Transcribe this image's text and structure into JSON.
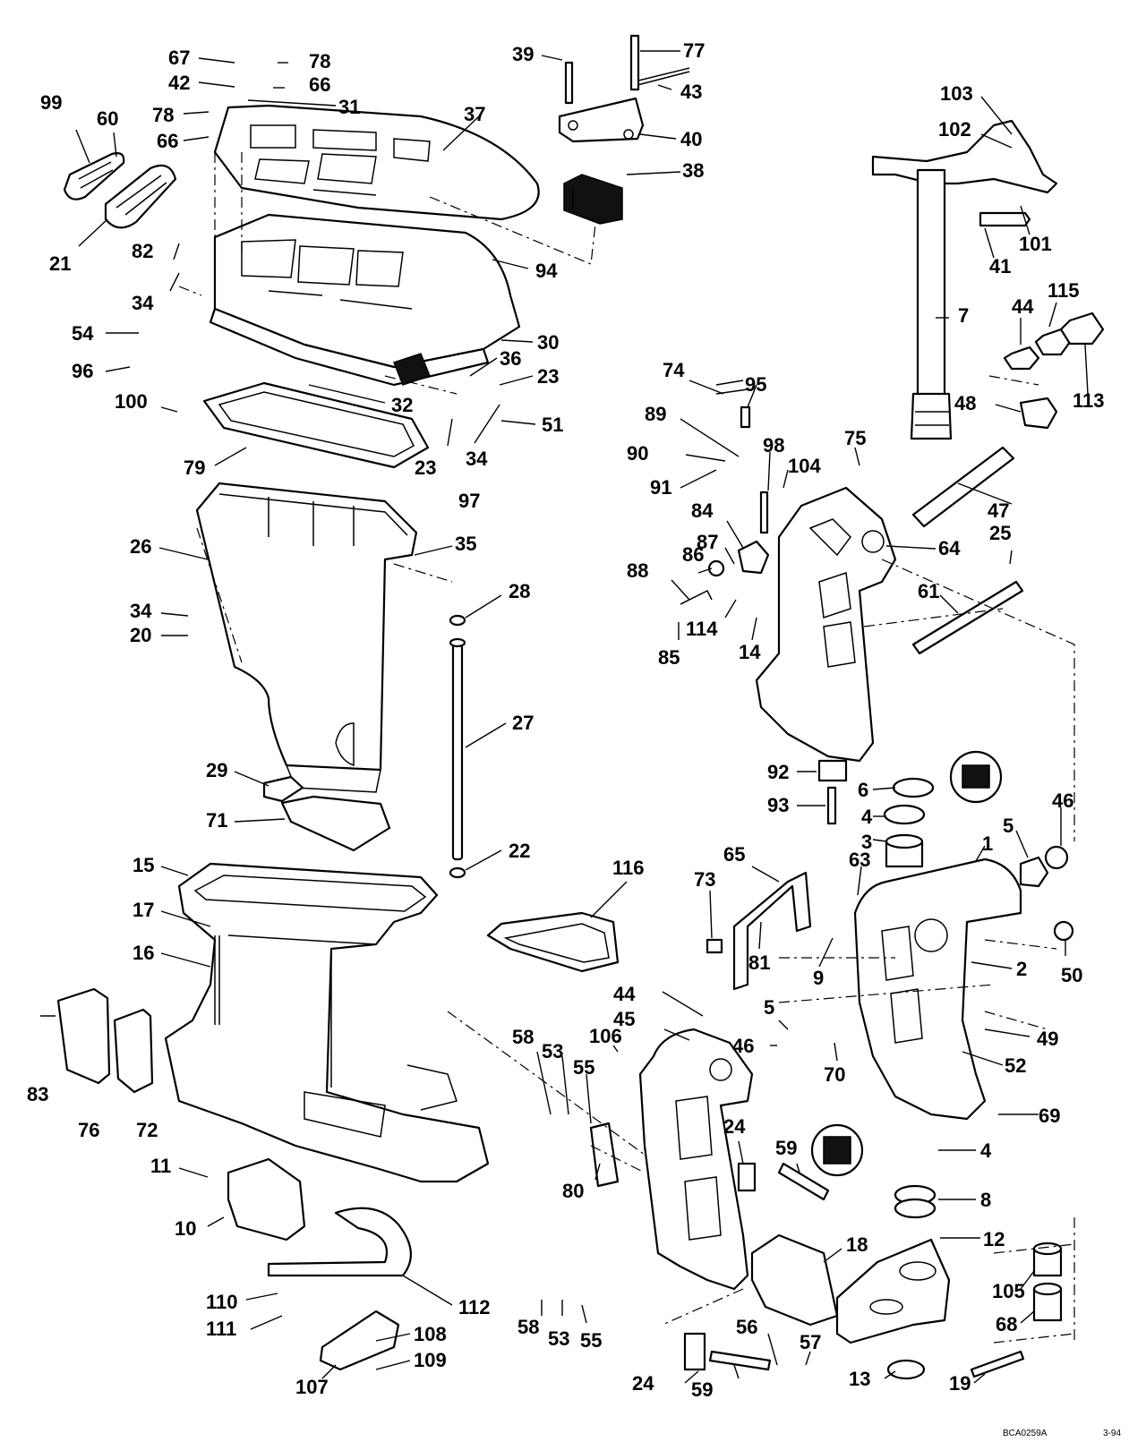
{
  "labels": [
    {
      "id": "67",
      "text": "67"
    },
    {
      "id": "78a",
      "text": "78"
    },
    {
      "id": "42",
      "text": "42"
    },
    {
      "id": "66a",
      "text": "66"
    },
    {
      "id": "99",
      "text": "99"
    },
    {
      "id": "60",
      "text": "60"
    },
    {
      "id": "78b",
      "text": "78"
    },
    {
      "id": "31",
      "text": "31"
    },
    {
      "id": "37",
      "text": "37"
    },
    {
      "id": "66b",
      "text": "66"
    },
    {
      "id": "21",
      "text": "21"
    },
    {
      "id": "82",
      "text": "82"
    },
    {
      "id": "34a",
      "text": "34"
    },
    {
      "id": "94",
      "text": "94"
    },
    {
      "id": "54",
      "text": "54"
    },
    {
      "id": "30",
      "text": "30"
    },
    {
      "id": "96",
      "text": "96"
    },
    {
      "id": "36",
      "text": "36"
    },
    {
      "id": "23a",
      "text": "23"
    },
    {
      "id": "100",
      "text": "100"
    },
    {
      "id": "32",
      "text": "32"
    },
    {
      "id": "51",
      "text": "51"
    },
    {
      "id": "34b",
      "text": "34"
    },
    {
      "id": "23b",
      "text": "23"
    },
    {
      "id": "79",
      "text": "79"
    },
    {
      "id": "97",
      "text": "97"
    },
    {
      "id": "35",
      "text": "35"
    },
    {
      "id": "26",
      "text": "26"
    },
    {
      "id": "28",
      "text": "28"
    },
    {
      "id": "34c",
      "text": "34"
    },
    {
      "id": "20",
      "text": "20"
    },
    {
      "id": "27",
      "text": "27"
    },
    {
      "id": "29",
      "text": "29"
    },
    {
      "id": "71",
      "text": "71"
    },
    {
      "id": "22",
      "text": "22"
    },
    {
      "id": "15",
      "text": "15"
    },
    {
      "id": "17",
      "text": "17"
    },
    {
      "id": "16",
      "text": "16"
    },
    {
      "id": "83",
      "text": "83"
    },
    {
      "id": "76",
      "text": "76"
    },
    {
      "id": "72",
      "text": "72"
    },
    {
      "id": "11",
      "text": "11"
    },
    {
      "id": "10",
      "text": "10"
    },
    {
      "id": "110",
      "text": "110"
    },
    {
      "id": "111",
      "text": "111"
    },
    {
      "id": "112",
      "text": "112"
    },
    {
      "id": "108",
      "text": "108"
    },
    {
      "id": "109",
      "text": "109"
    },
    {
      "id": "107",
      "text": "107"
    },
    {
      "id": "39",
      "text": "39"
    },
    {
      "id": "77",
      "text": "77"
    },
    {
      "id": "43",
      "text": "43"
    },
    {
      "id": "40",
      "text": "40"
    },
    {
      "id": "38",
      "text": "38"
    },
    {
      "id": "103",
      "text": "103"
    },
    {
      "id": "102",
      "text": "102"
    },
    {
      "id": "101",
      "text": "101"
    },
    {
      "id": "41",
      "text": "41"
    },
    {
      "id": "7",
      "text": "7"
    },
    {
      "id": "44a",
      "text": "44"
    },
    {
      "id": "115",
      "text": "115"
    },
    {
      "id": "113",
      "text": "113"
    },
    {
      "id": "48",
      "text": "48"
    },
    {
      "id": "74",
      "text": "74"
    },
    {
      "id": "95",
      "text": "95"
    },
    {
      "id": "89",
      "text": "89"
    },
    {
      "id": "98",
      "text": "98"
    },
    {
      "id": "75",
      "text": "75"
    },
    {
      "id": "90",
      "text": "90"
    },
    {
      "id": "104",
      "text": "104"
    },
    {
      "id": "91",
      "text": "91"
    },
    {
      "id": "47",
      "text": "47"
    },
    {
      "id": "84",
      "text": "84"
    },
    {
      "id": "25",
      "text": "25"
    },
    {
      "id": "87",
      "text": "87"
    },
    {
      "id": "64",
      "text": "64"
    },
    {
      "id": "86",
      "text": "86"
    },
    {
      "id": "88",
      "text": "88"
    },
    {
      "id": "61",
      "text": "61"
    },
    {
      "id": "114",
      "text": "114"
    },
    {
      "id": "14",
      "text": "14"
    },
    {
      "id": "85",
      "text": "85"
    },
    {
      "id": "92",
      "text": "92"
    },
    {
      "id": "6",
      "text": "6"
    },
    {
      "id": "93",
      "text": "93"
    },
    {
      "id": "4a",
      "text": "4"
    },
    {
      "id": "46a",
      "text": "46"
    },
    {
      "id": "3",
      "text": "3"
    },
    {
      "id": "5a",
      "text": "5"
    },
    {
      "id": "1",
      "text": "1"
    },
    {
      "id": "116",
      "text": "116"
    },
    {
      "id": "65",
      "text": "65"
    },
    {
      "id": "63",
      "text": "63"
    },
    {
      "id": "73",
      "text": "73"
    },
    {
      "id": "81",
      "text": "81"
    },
    {
      "id": "9",
      "text": "9"
    },
    {
      "id": "2",
      "text": "2"
    },
    {
      "id": "50",
      "text": "50"
    },
    {
      "id": "44b",
      "text": "44"
    },
    {
      "id": "45",
      "text": "45"
    },
    {
      "id": "5b",
      "text": "5"
    },
    {
      "id": "46b",
      "text": "46"
    },
    {
      "id": "49",
      "text": "49"
    },
    {
      "id": "58a",
      "text": "58"
    },
    {
      "id": "53a",
      "text": "53"
    },
    {
      "id": "106",
      "text": "106"
    },
    {
      "id": "55a",
      "text": "55"
    },
    {
      "id": "52",
      "text": "52"
    },
    {
      "id": "70",
      "text": "70"
    },
    {
      "id": "24a",
      "text": "24"
    },
    {
      "id": "69",
      "text": "69"
    },
    {
      "id": "59a",
      "text": "59"
    },
    {
      "id": "4b",
      "text": "4"
    },
    {
      "id": "80",
      "text": "80"
    },
    {
      "id": "8",
      "text": "8"
    },
    {
      "id": "12",
      "text": "12"
    },
    {
      "id": "18",
      "text": "18"
    },
    {
      "id": "105",
      "text": "105"
    },
    {
      "id": "68",
      "text": "68"
    },
    {
      "id": "58b",
      "text": "58"
    },
    {
      "id": "53b",
      "text": "53"
    },
    {
      "id": "55b",
      "text": "55"
    },
    {
      "id": "56",
      "text": "56"
    },
    {
      "id": "57",
      "text": "57"
    },
    {
      "id": "24b",
      "text": "24"
    },
    {
      "id": "59b",
      "text": "59"
    },
    {
      "id": "13",
      "text": "13"
    },
    {
      "id": "19",
      "text": "19"
    }
  ],
  "footer": {
    "code": "BCA0259A",
    "date": "3-94"
  }
}
